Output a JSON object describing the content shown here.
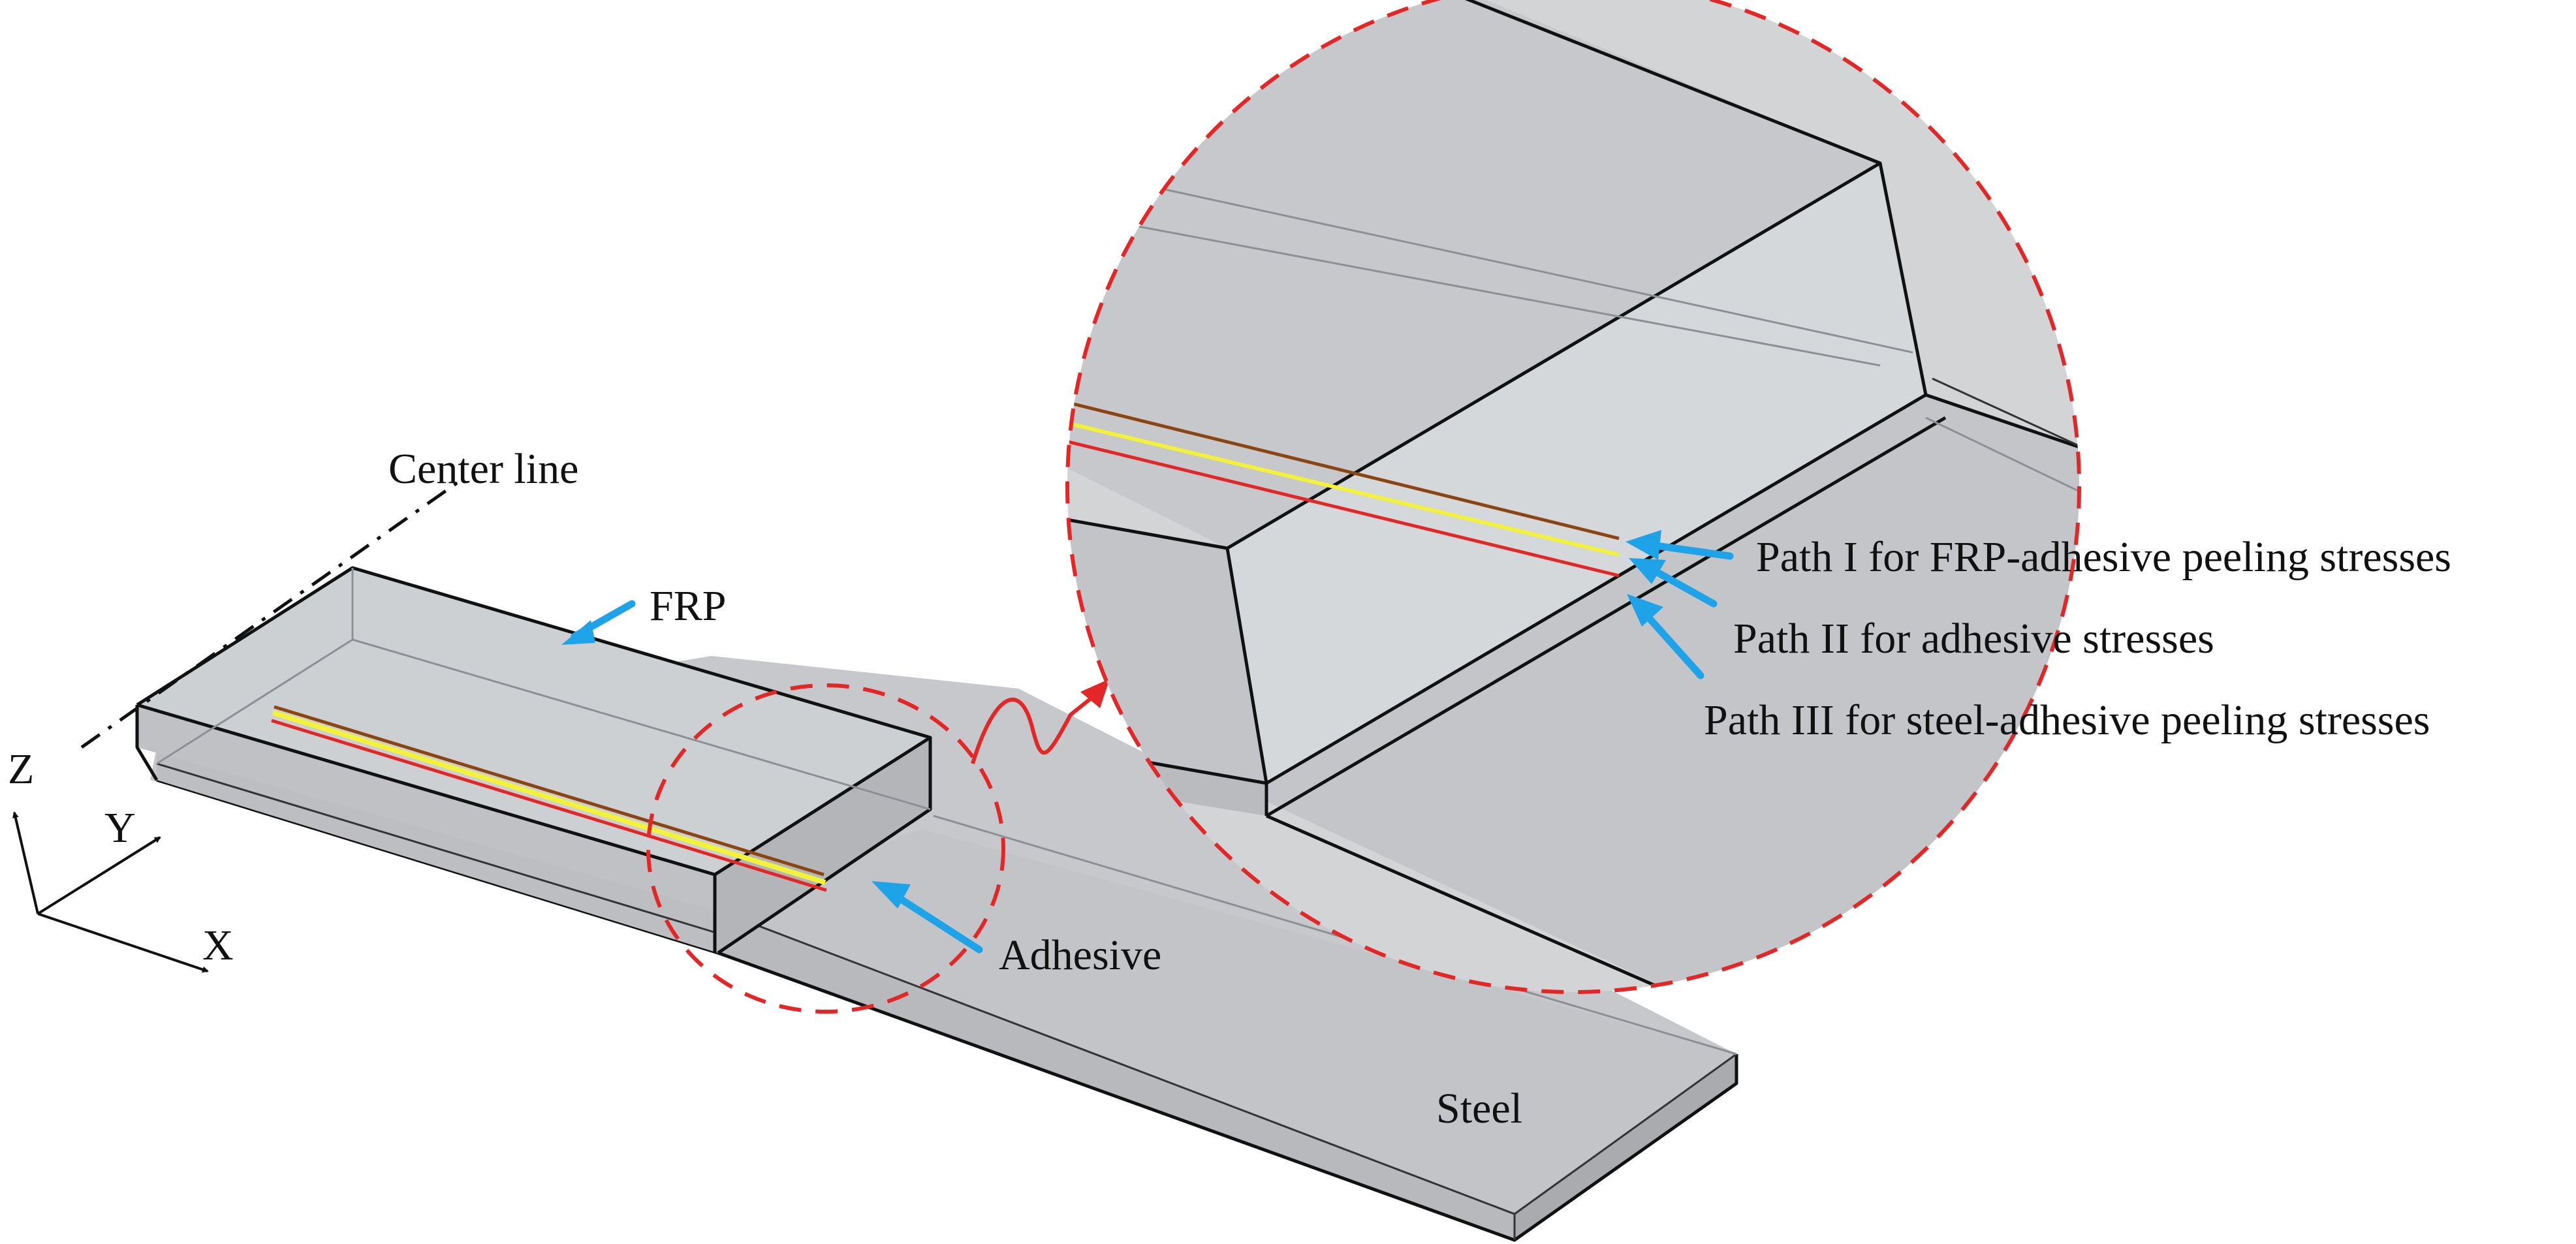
{
  "labels": {
    "center_line": "Center line",
    "frp": "FRP",
    "adhesive": "Adhesive",
    "steel": "Steel"
  },
  "axes": {
    "z": "Z",
    "y": "Y",
    "x": "X"
  },
  "paths": [
    {
      "label": "Path I for FRP-adhesive peeling stresses",
      "color": "#d7e84a"
    },
    {
      "label": "Path II for adhesive stresses",
      "color": "#8b4513"
    },
    {
      "label": "Path III for steel-adhesive peeling stresses",
      "color": "#e32626"
    }
  ],
  "colors": {
    "highlight_circle": "#e32626",
    "pointer_arrow": "#1ea2e8",
    "body_fill": "#c6c8cb",
    "path_yellow": "#f2f23a",
    "path_brown": "#8b4513",
    "path_red": "#e32626"
  }
}
